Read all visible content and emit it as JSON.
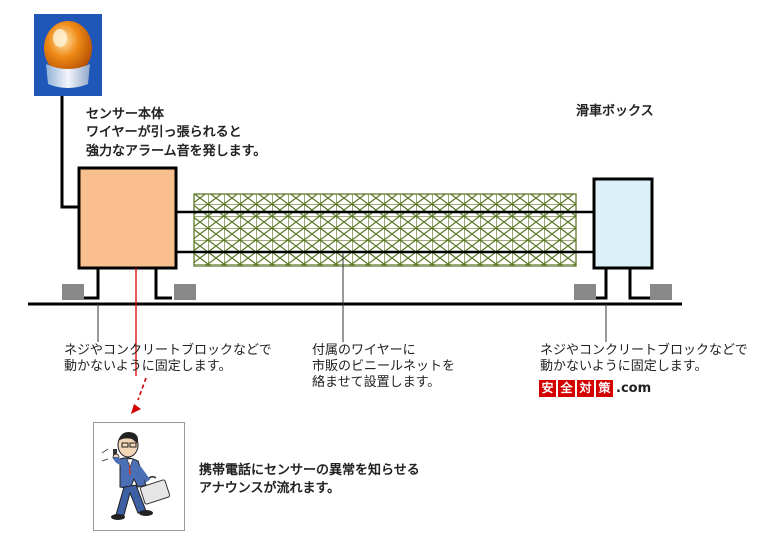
{
  "labels": {
    "sensor_title": "センサー本体",
    "sensor_line2": "ワイヤーが引っ張られると",
    "sensor_line3": "強力なアラーム音を発します。",
    "pulley_title": "滑車ボックス",
    "fix_left_1": "ネジやコンクリートブロックなどで",
    "fix_left_2": "動かないように固定します。",
    "wire_1": "付属のワイヤーに",
    "wire_2": "市販のビニールネットを",
    "wire_3": "絡ませて設置します。",
    "fix_right_1": "ネジやコンクリートブロックなどで",
    "fix_right_2": "動かないように固定します。",
    "phone_1": "携帯電話にセンサーの異常を知らせる",
    "phone_2": "アナウンスが流れます。"
  },
  "brand": {
    "chars": [
      "安",
      "全",
      "対",
      "策"
    ],
    "suffix": ".com"
  },
  "colors": {
    "sensor_box": "#f9bf8e",
    "pulley_box": "#dcf0f8",
    "net": "#5f7a2a",
    "lamp": "#ef8a16",
    "alert_line": "#d40000",
    "brand_red": "#d40000"
  },
  "icons": {
    "lamp": "warning-lamp-icon",
    "person": "businessman-on-phone-icon"
  }
}
